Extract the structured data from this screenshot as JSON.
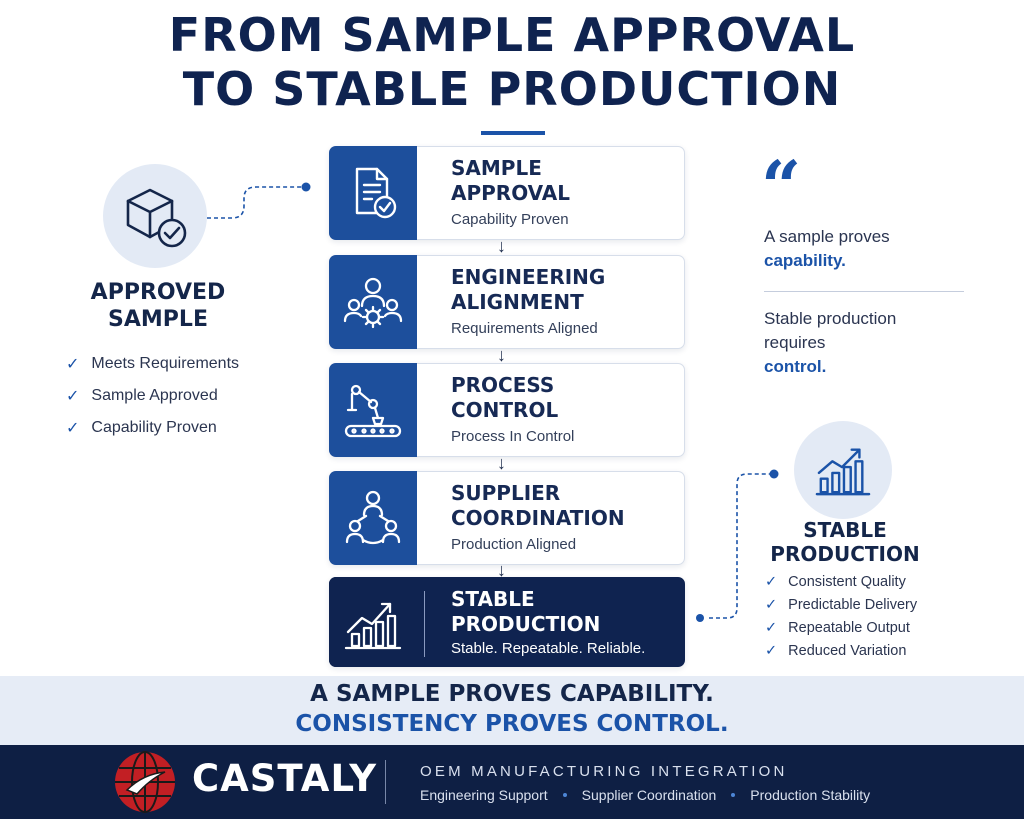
{
  "title": {
    "line1": "FROM SAMPLE APPROVAL",
    "line2": "TO STABLE PRODUCTION"
  },
  "steps": [
    {
      "title1": "SAMPLE",
      "title2": "APPROVAL",
      "subtitle": "Capability Proven",
      "icon": "document-check-icon"
    },
    {
      "title1": "ENGINEERING",
      "title2": "ALIGNMENT",
      "subtitle": "Requirements Aligned",
      "icon": "team-gear-icon"
    },
    {
      "title1": "PROCESS",
      "title2": "CONTROL",
      "subtitle": "Process In Control",
      "icon": "robot-arm-icon"
    },
    {
      "title1": "SUPPLIER",
      "title2": "COORDINATION",
      "subtitle": "Production Aligned",
      "icon": "network-people-icon"
    },
    {
      "title1": "STABLE",
      "title2": "PRODUCTION",
      "subtitle": "Stable. Repeatable. Reliable.",
      "icon": "growth-chart-icon"
    }
  ],
  "left_panel": {
    "title1": "APPROVED",
    "title2": "SAMPLE",
    "icon": "box-check-icon",
    "items": [
      "Meets Requirements",
      "Sample Approved",
      "Capability Proven"
    ]
  },
  "quote": {
    "mark": "“",
    "line1": "A sample proves",
    "line1_accent": "capability.",
    "line2a": "Stable production",
    "line2b": "requires",
    "line2_accent": "control."
  },
  "right_panel": {
    "title1": "STABLE",
    "title2": "PRODUCTION",
    "icon": "growth-chart-icon",
    "items": [
      "Consistent Quality",
      "Predictable Delivery",
      "Repeatable Output",
      "Reduced Variation"
    ]
  },
  "banner": {
    "line1": "A SAMPLE PROVES CAPABILITY.",
    "line2": "CONSISTENCY PROVES CONTROL."
  },
  "footer": {
    "brand": "CASTALY",
    "tagline": "OEM MANUFACTURING INTEGRATION",
    "services": [
      "Engineering Support",
      "Supplier Coordination",
      "Production Stability"
    ]
  },
  "colors": {
    "navy": "#0f2350",
    "blue": "#1d4f9c",
    "accent": "#1b53a8",
    "banner_bg": "#e6ecf6"
  }
}
